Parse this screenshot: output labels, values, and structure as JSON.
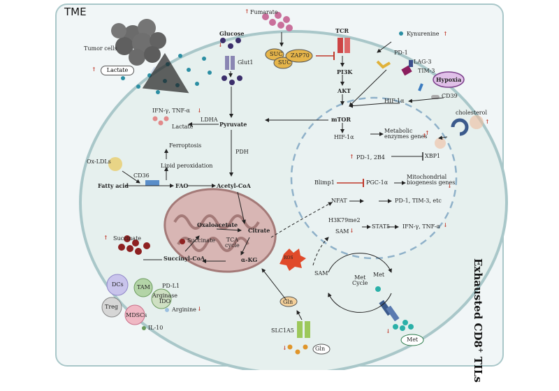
{
  "title": "TME",
  "side_label": "Exhausted CD8",
  "side_label_sup": "+",
  "side_label_tail": " TILs",
  "labels": {
    "tumor_cells": "Tumor cells",
    "lactate_bubble": "Lactate",
    "fumarate": "Fumarate",
    "suc1": "SUC",
    "suc2": "SUC",
    "zap70": "ZAP70",
    "tcr": "TCR",
    "kynurenine": "Kynurenine",
    "pd1_membrane": "PD-1",
    "lag3": "LAG-3",
    "tim3": "TIM-3",
    "hypoxia": "Hypoxia",
    "cd39": "CD39",
    "glucose": "Glucose",
    "glut1": "Glut1",
    "pi3k": "PI3K",
    "akt": "AKT",
    "mtor": "mTOR",
    "hif1a_top": "HIF-1α",
    "hif1a_nuc": "HIF-1α",
    "metabolic_genes": "Metabolic\nenzymes genes",
    "cholesterol": "cholesterol",
    "xbp1": "XBP1",
    "pd1_2b4": "PD-1, 2B4",
    "ifn_tnf_top": "IFN-γ, TNF-α",
    "lactate": "Lactate",
    "ldha": "LDHA",
    "pyruvate": "Pyruvate",
    "pdh": "PDH",
    "ferroptosis": "Ferroptosis",
    "ox_ldls": "Ox-LDLs",
    "lipid_perox": "Lipid peroxidation",
    "cd36": "CD36",
    "fatty_acid": "Fatty acid",
    "fao": "FAO",
    "acetyl_coa": "Acetyl-CoA",
    "blimp1": "Blimp1",
    "pgc1a": "PGC-1α",
    "mito_genes": "Mitochondrial\nbiogenesis genes",
    "nfat": "NFAT",
    "nfat_targets": "PD-1, TIM-3, etc",
    "h3k79": "H3K79me2",
    "stat5": "STAT5",
    "ifn_tnf_nuc": "IFN-γ, TNF-α",
    "sam_nuc": "SAM",
    "oxaloacetate": "Oxaloacetate",
    "citrate": "Citrate",
    "succinate_mito": "Succinate",
    "tca": "TCA\ncycle",
    "akg": "α-KG",
    "succinyl_coa": "Succinyl-CoA",
    "ros": "ROS",
    "succinate_ext": "Succinate",
    "dcs": "DCs",
    "tam": "TAM",
    "pdl1": "PD-L1",
    "arginase": "Arginase\nIDO",
    "treg": "Treg",
    "arginine": "Arginine",
    "mdscs": "MDSCs",
    "il10": "IL-10",
    "gln_in": "Gln",
    "slc1a5": "SLC1A5",
    "gln_out": "Gln",
    "sam": "SAM",
    "met_cycle": "Met\nCycle",
    "met_in": "Met",
    "met_out": "Met"
  },
  "colors": {
    "cell": "#e6f0ee",
    "cell_border": "#a9c7c9",
    "nucleus_border": "#8fb1c9",
    "tme_bg": "#f1f6f7",
    "arrow_up": "#c0392b",
    "fumarate": "#c9709b",
    "succinate": "#8e2121",
    "tumor": "#6b6b6b",
    "teal_dot": "#2b8ea3"
  }
}
